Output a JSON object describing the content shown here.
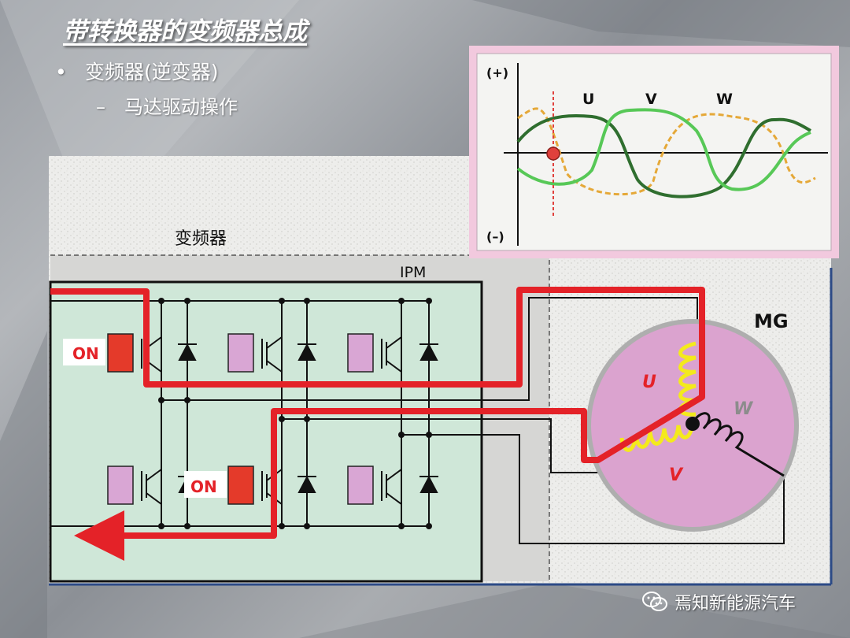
{
  "slide": {
    "title": "带转换器的变频器总成",
    "bullet_symbol": "•",
    "bullet_1": "变频器(逆变器)",
    "sub_symbol": "–",
    "bullet_2": "马达驱动操作"
  },
  "diagram": {
    "inverter_label": "变频器",
    "ipm_label": "IPM",
    "on_label_upper": "ON",
    "on_label_lower": "ON",
    "motor_label": "MG",
    "coil_u": "U",
    "coil_v": "V",
    "coil_w": "W",
    "colors": {
      "current_path": "#e42228",
      "ipm_fill": "#cfe7d8",
      "gate_active": "#e43a2a",
      "gate_idle": "#d9a6d4",
      "motor_fill": "#dba3cf",
      "coil_active": "#f4ea1c",
      "coil_idle": "#111111"
    }
  },
  "waveform": {
    "plus_label": "(+)",
    "minus_label": "(–)",
    "phase_u": "U",
    "phase_v": "V",
    "phase_w": "W",
    "colors": {
      "u": "#2f6e2f",
      "v": "#57c857",
      "w": "#e5a838",
      "marker": "#e0403c"
    }
  },
  "watermark": {
    "icon": "wechat-icon",
    "text": "焉知新能源汽车"
  }
}
